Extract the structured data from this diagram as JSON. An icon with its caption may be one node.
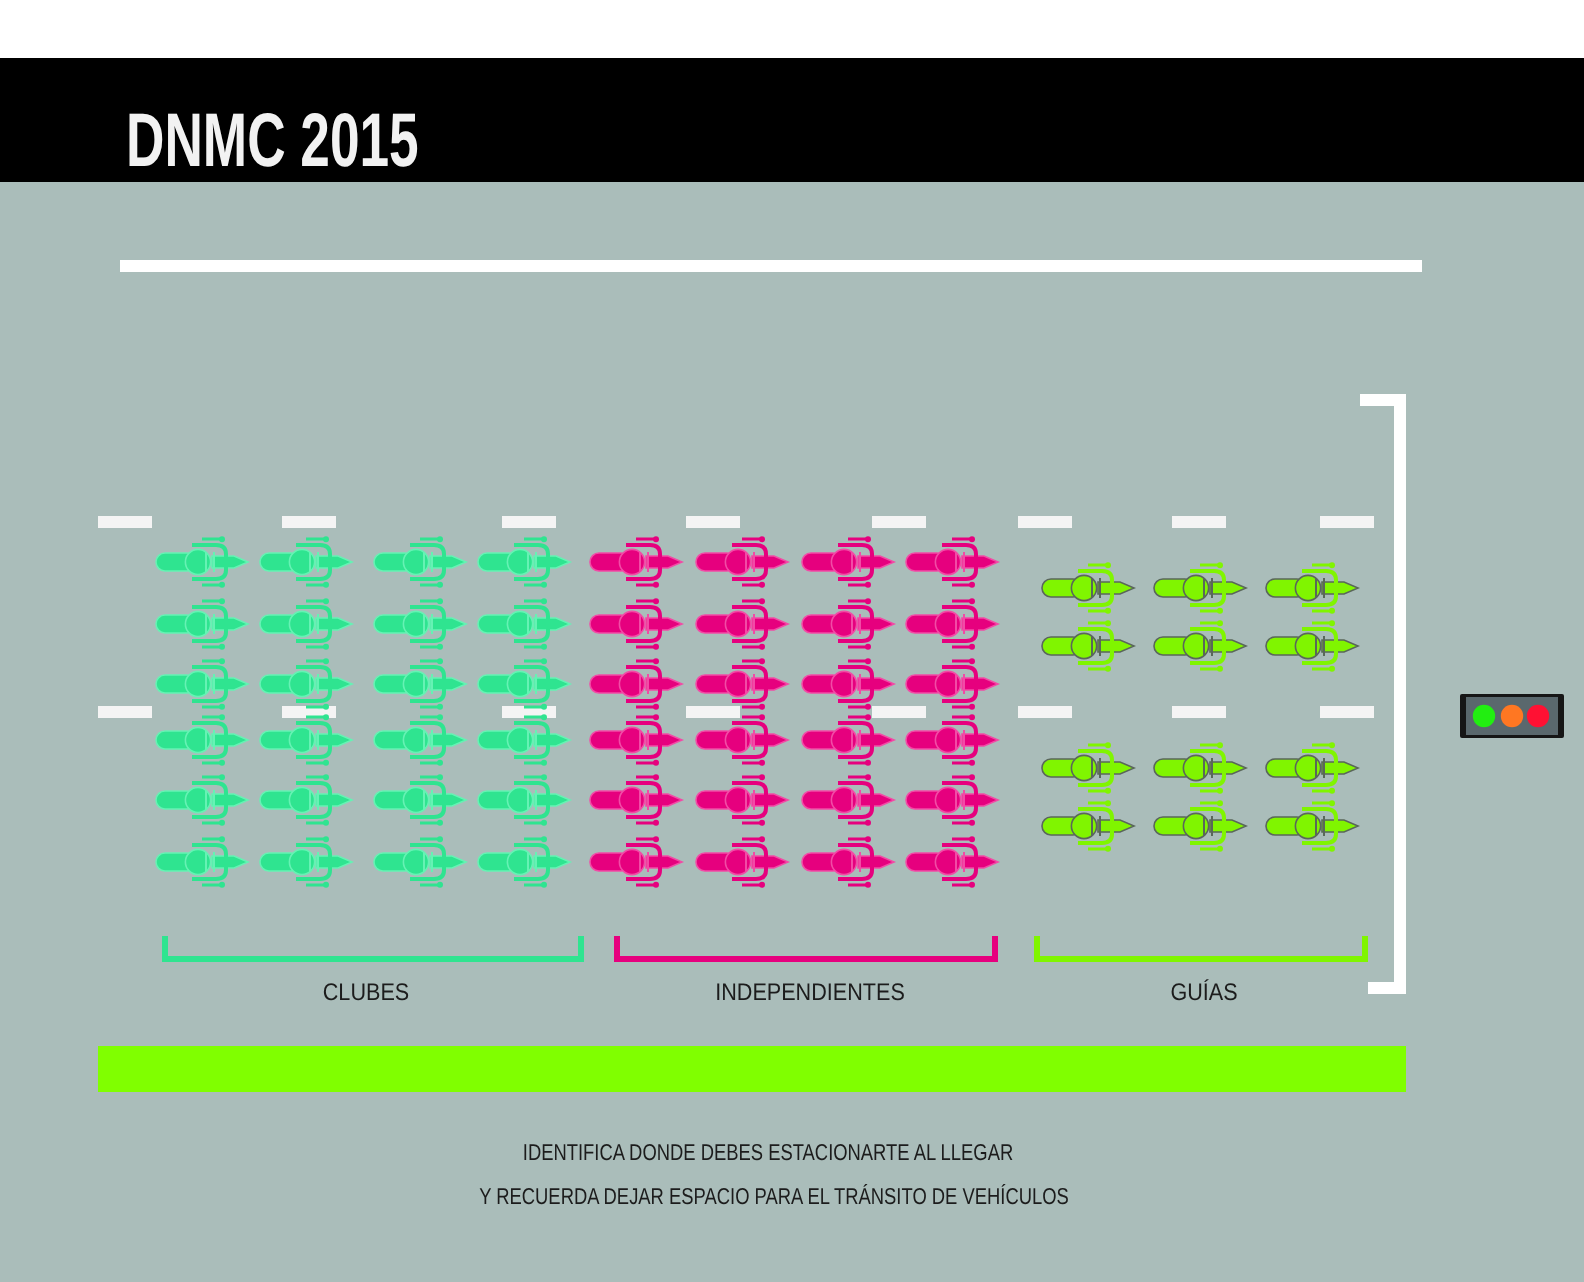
{
  "diagram": {
    "title": "DNMC 2015",
    "labels": [
      "CLUBES",
      "INDEPENDIENTES",
      "GUÍAS",
      "IDENTIFICA DONDE DEBES ESTACIONARTE AL LLEGAR",
      "Y RECUERDA DEJAR ESPACIO PARA EL TRÁNSITO DE VEHÍCULOS"
    ]
  }
}
